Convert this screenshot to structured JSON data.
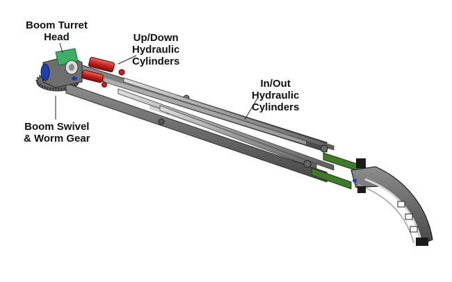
{
  "labels": {
    "turret": [
      "Boom Turret",
      "Head"
    ],
    "updown": [
      "Up/Down",
      "Hydraulic",
      "Cylinders"
    ],
    "inout": [
      "In/Out",
      "Hydraulic",
      "Cylinders"
    ],
    "swivel": [
      "Boom Swivel",
      "& Worm Gear"
    ]
  },
  "colors": {
    "steel_dark": "#4a4a4a",
    "steel_mid": "#8c8c8c",
    "steel_light": "#c9c9c9",
    "cylinder_red": "#c8201e",
    "cylinder_green": "#3f7a2a",
    "turret_green": "#3fae66",
    "blue_part": "#1d3fb0"
  }
}
